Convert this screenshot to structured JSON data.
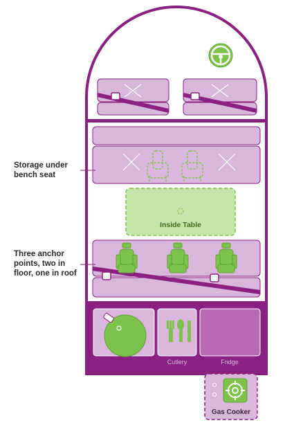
{
  "annotations": {
    "storage": [
      "Storage under",
      "bench seat"
    ],
    "anchor": [
      "Three anchor",
      "points, two in",
      "floor, one in roof"
    ]
  },
  "labels": {
    "table": "Inside Table",
    "cutlery": "Cutlery",
    "fridge": "Fridge",
    "gas_cooker": "Gas Cooker"
  },
  "colors": {
    "frame": "#8a2080",
    "seat": "#d9b7dd",
    "green": "#7dc24b",
    "dark_bottom": "#8a2080"
  },
  "icons": [
    "steering-wheel-icon",
    "seat-icon",
    "cutlery-icon",
    "gas-burner-icon",
    "seatbelt-icon"
  ]
}
